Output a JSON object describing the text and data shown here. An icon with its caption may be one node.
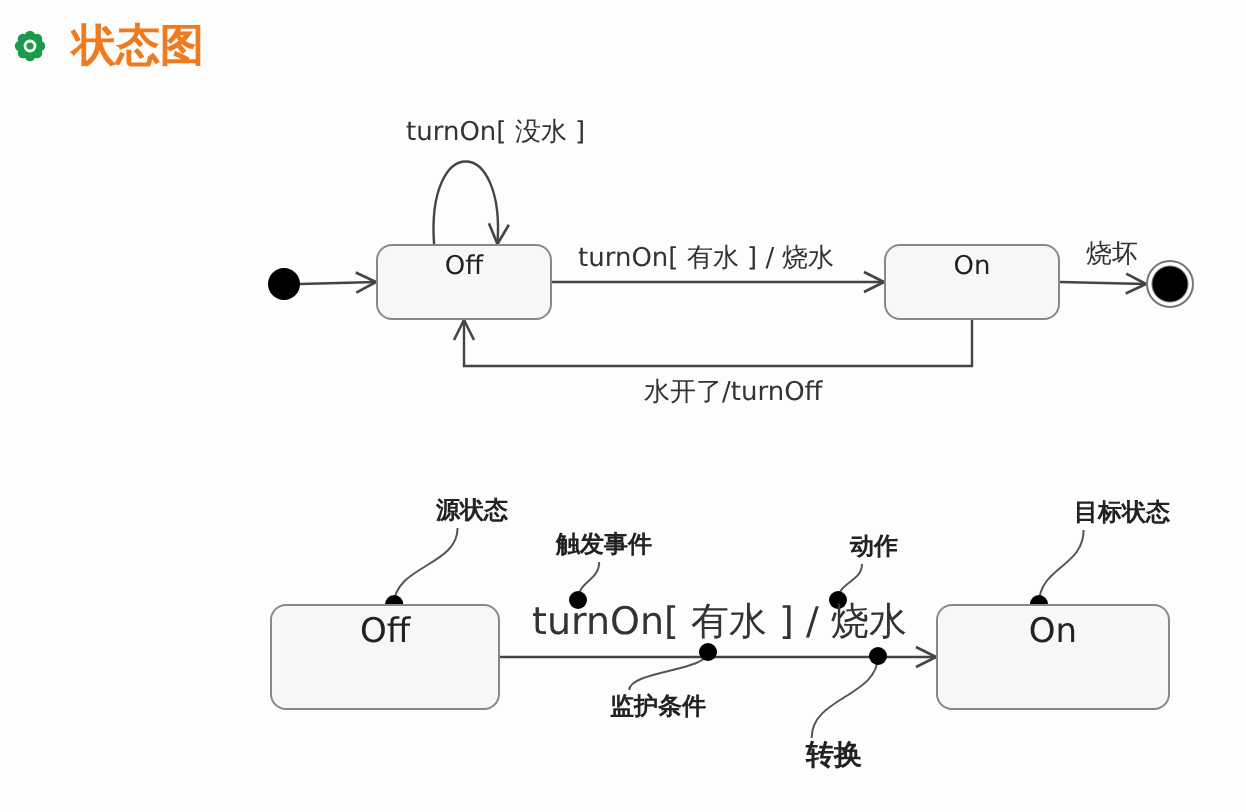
{
  "diagram": {
    "title": "状态图",
    "nodes": [
      {
        "text": [],
        "shape": "circle"
      },
      {
        "text": [
          "Off"
        ]
      },
      {
        "text": [
          "On"
        ]
      },
      {
        "text": [],
        "shape": "circle"
      },
      {
        "text": [
          "Off"
        ]
      },
      {
        "text": [
          "On"
        ]
      },
      {
        "text": [
          "源状态"
        ]
      },
      {
        "text": [
          "触发事件"
        ]
      },
      {
        "text": [
          "监护条件"
        ]
      },
      {
        "text": [
          "动作"
        ]
      },
      {
        "text": [
          "转换"
        ]
      },
      {
        "text": [
          "目标状态"
        ]
      }
    ],
    "edges": [
      {
        "from": 0,
        "to": 1,
        "arrow": "to"
      },
      {
        "from": 1,
        "to": 1,
        "arrow": "to",
        "label": "turnOn[ 没水 ]"
      },
      {
        "from": 1,
        "to": 2,
        "arrow": "to",
        "label": "turnOn[ 有水 ] / 烧水"
      },
      {
        "from": 2,
        "to": 3,
        "arrow": "to",
        "label": "烧坏"
      },
      {
        "from": 2,
        "to": 1,
        "arrow": "to",
        "label": "水开了/turnOff"
      },
      {
        "from": 4,
        "to": 5,
        "arrow": "to",
        "label": "turnOn[ 有水 ] / 烧水"
      },
      {
        "from": 6,
        "to": 4,
        "arrow": "other"
      },
      {
        "from": 7,
        "to": null,
        "arrow": "other"
      },
      {
        "from": 8,
        "to": null,
        "arrow": "other"
      },
      {
        "from": 9,
        "to": null,
        "arrow": "other"
      },
      {
        "from": 10,
        "to": null,
        "arrow": "other"
      },
      {
        "from": 11,
        "to": 5,
        "arrow": "other"
      }
    ]
  }
}
